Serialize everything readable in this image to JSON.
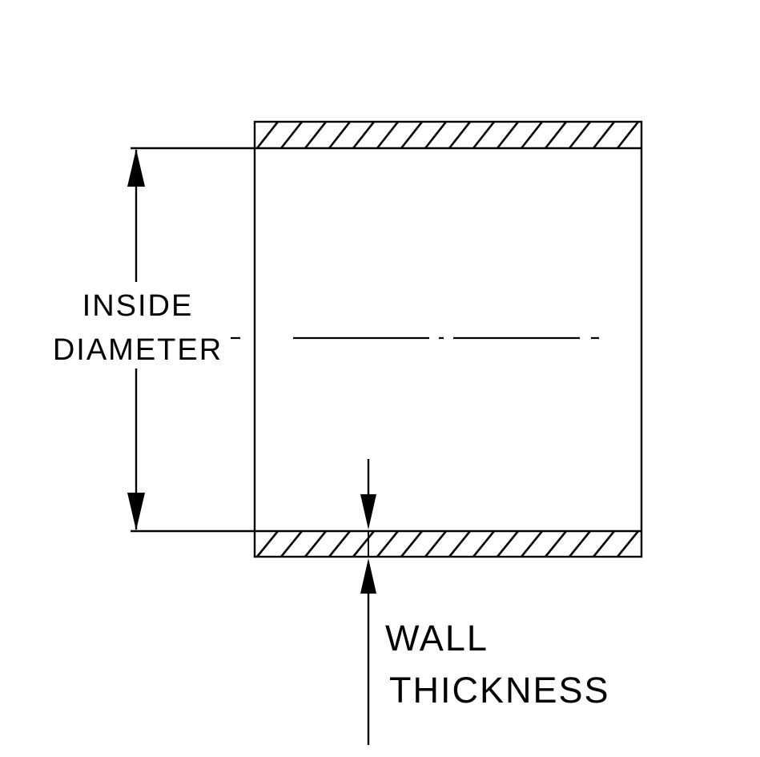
{
  "diagram": {
    "type": "technical-drawing",
    "title": "Hose cross-section with inside diameter and wall thickness callouts",
    "labels": {
      "inside_diameter_line1": "INSIDE",
      "inside_diameter_line2": "DIAMETER",
      "wall_thickness_line1": "WALL",
      "wall_thickness_line2": "THICKNESS"
    },
    "colors": {
      "line": "#000000",
      "background": "#ffffff"
    }
  }
}
